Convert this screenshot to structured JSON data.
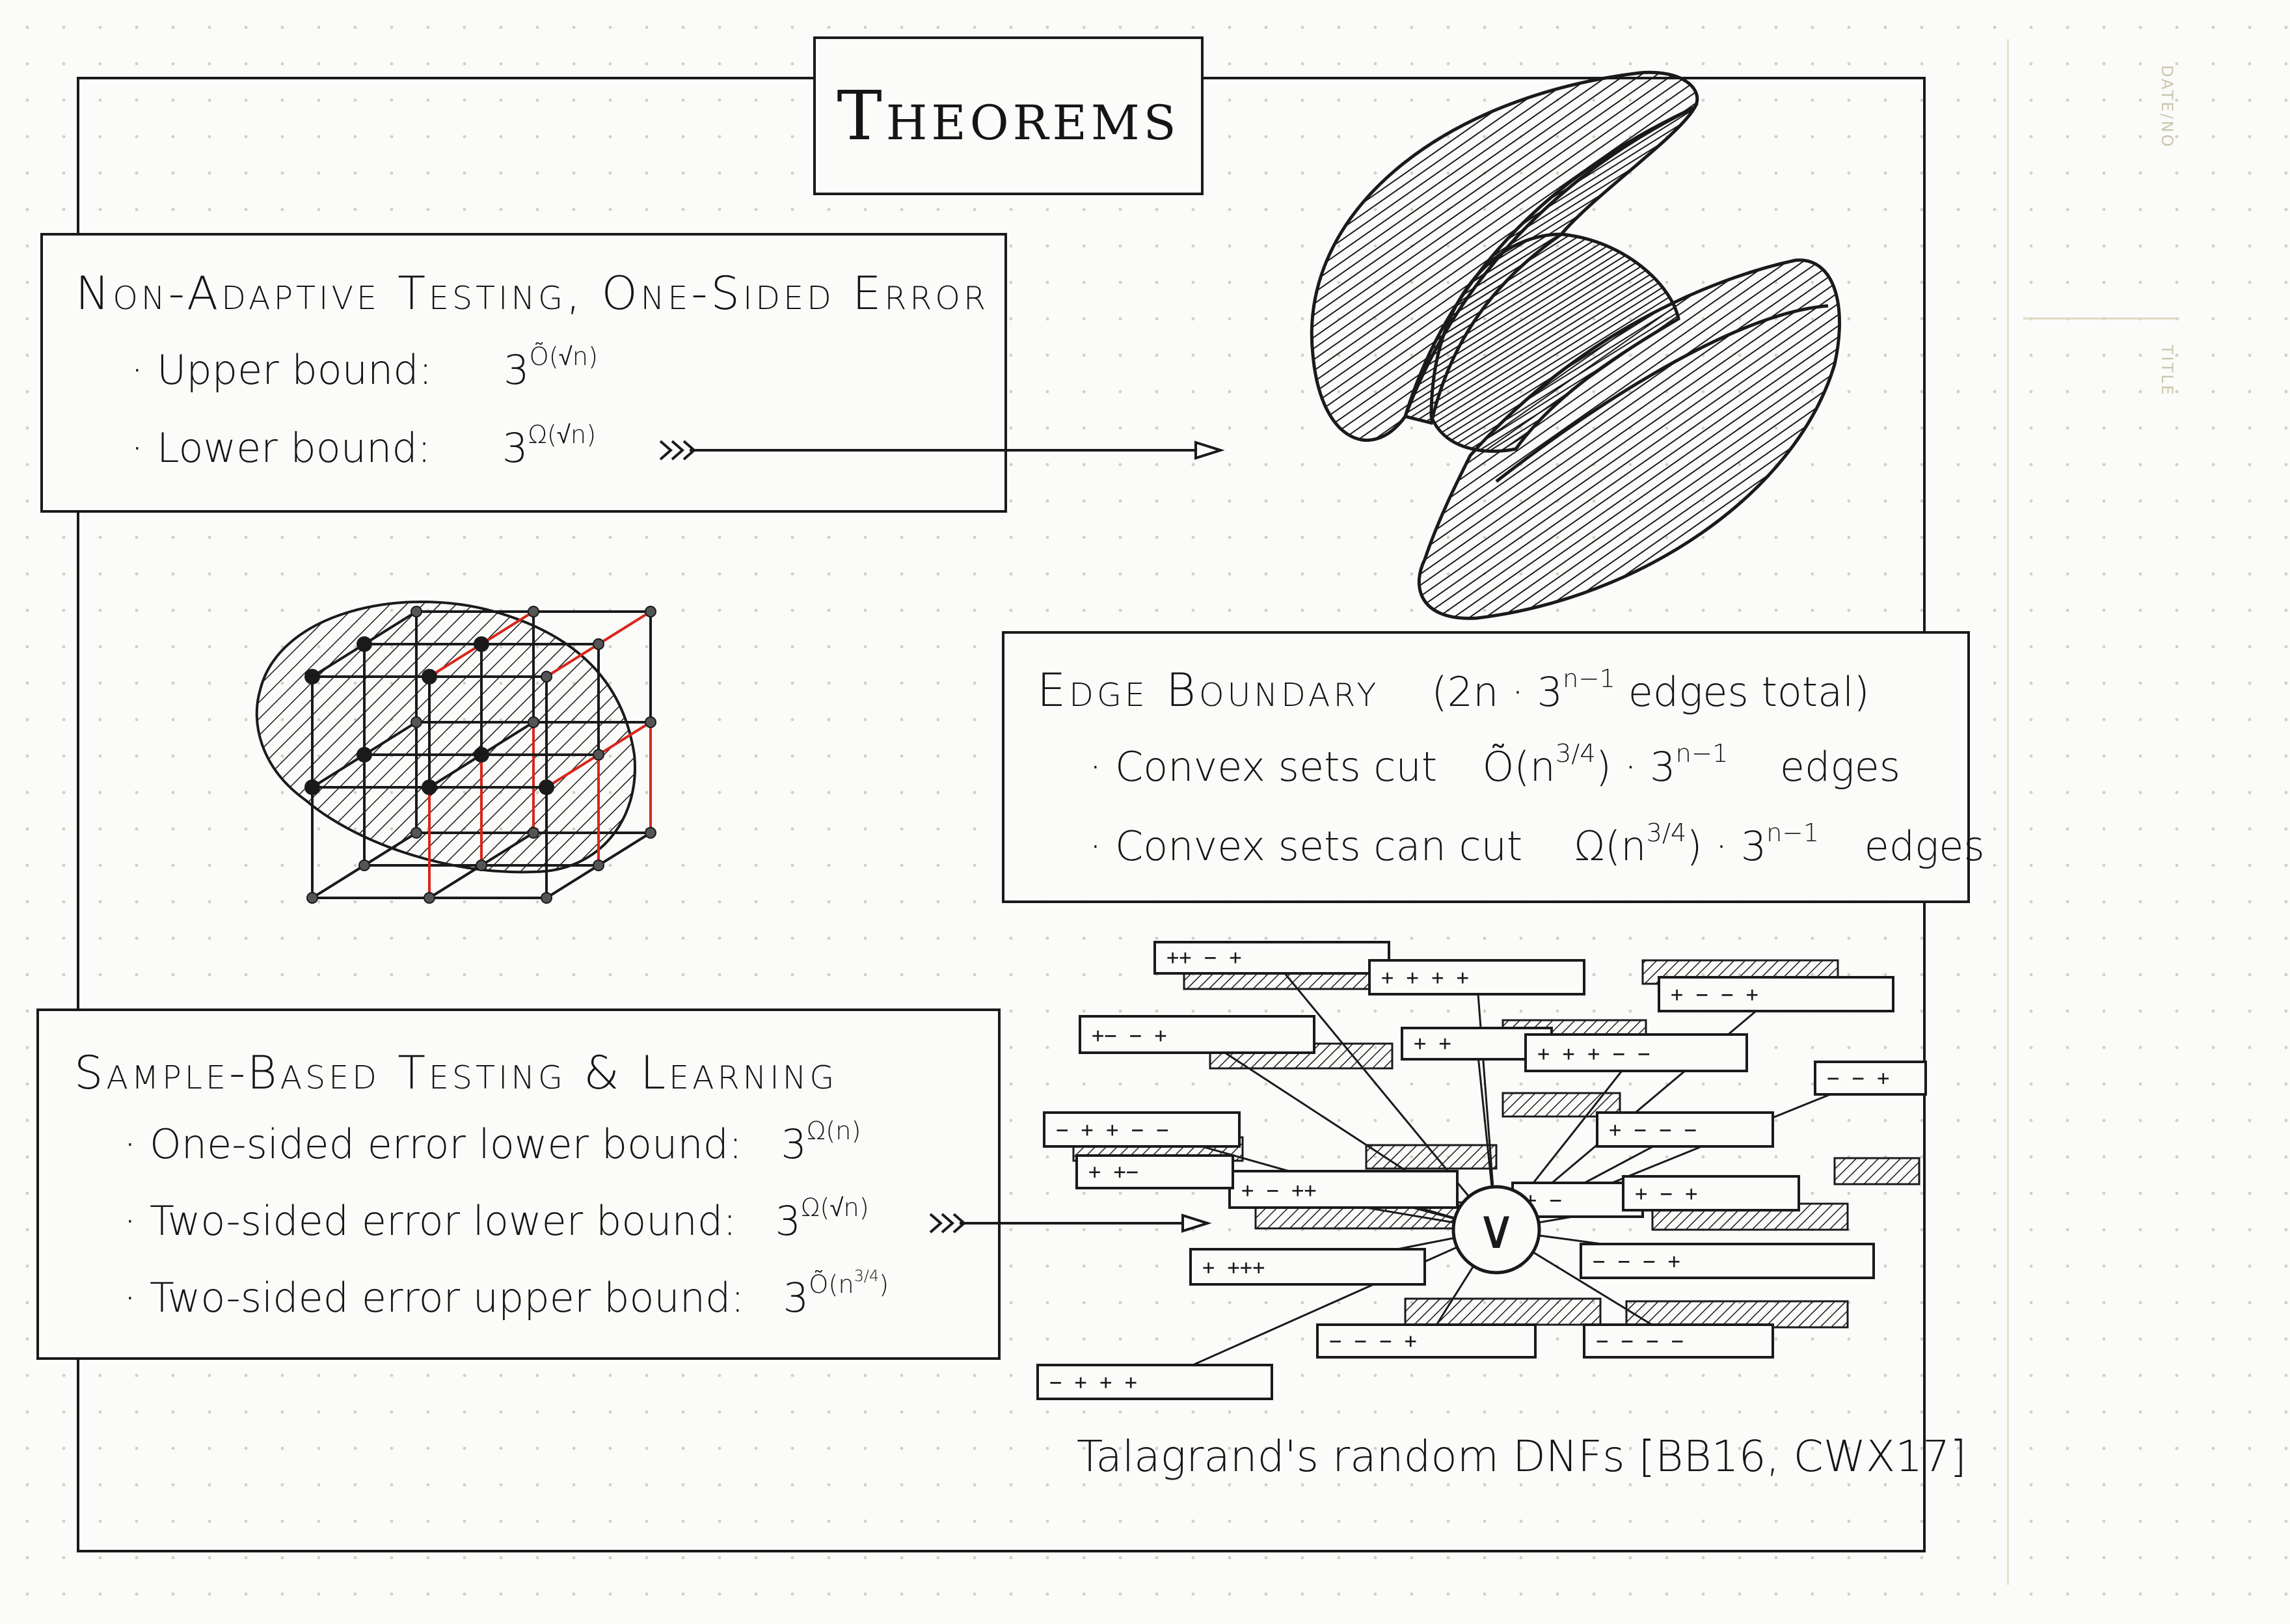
{
  "page": {
    "title": "Theorems",
    "side_labels": {
      "date_no": "DATE/NO",
      "title": "TITLE"
    }
  },
  "non_adaptive": {
    "heading": "Non-Adaptive Testing, One-Sided Error",
    "upper_label": "Upper bound:",
    "upper_expr": {
      "base": "3",
      "exp": "Õ(√n)"
    },
    "lower_label": "Lower bound:",
    "lower_expr": {
      "base": "3",
      "exp": "Ω(√n)"
    }
  },
  "edge_boundary": {
    "heading": "Edge Boundary",
    "note": "(2n · 3",
    "note_exp": "n−1",
    "note_tail": "edges total)",
    "line1": {
      "text": "Convex sets cut",
      "expr": "Õ(n",
      "expr_exp": "3/4",
      "expr_mid": ") · 3",
      "expr_exp2": "n−1",
      "tail": "edges"
    },
    "line2": {
      "text": "Convex sets can cut",
      "expr": "Ω(n",
      "expr_exp": "3/4",
      "expr_mid": ") · 3",
      "expr_exp2": "n−1",
      "tail": "edges"
    }
  },
  "sample_based": {
    "heading": "Sample-Based Testing & Learning",
    "items": [
      {
        "label": "One-sided error lower bound:",
        "base": "3",
        "exp": "Ω(n)"
      },
      {
        "label": "Two-sided error lower bound:",
        "base": "3",
        "exp": "Ω(√n)"
      },
      {
        "label": "Two-sided error upper bound:",
        "base": "3",
        "exp": "Õ(n",
        "exp2": "3/4",
        "exp_close": ")"
      }
    ]
  },
  "dnf": {
    "caption": "Talagrand's random DNFs [BB16, CWX17]",
    "or_symbol": "∨",
    "terms": [
      "++   −   +",
      "+   + + +",
      "+ − −    +",
      "+−   −   +",
      "+   +",
      "+   +  +   − −",
      "− −  +",
      "−  + + − −",
      "+   − − −",
      "+  −",
      "+ −  ++",
      "+ − +",
      "+ +−",
      "+  +++",
      "− − −   +",
      "−     − − +",
      "− − − −",
      "−  +  +    +"
    ]
  },
  "colors": {
    "ink": "#1a1a1a",
    "cube_accent": "#d8261b",
    "paper": "#fbfbf9",
    "dot": "#cfcfcb"
  }
}
